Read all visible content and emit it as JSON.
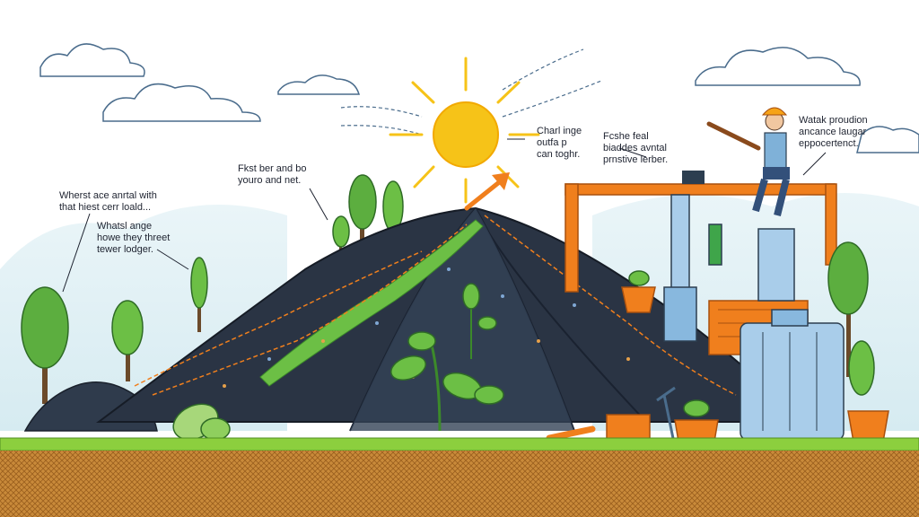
{
  "annotations": [
    {
      "id": "a1",
      "text": "Wherst ace anrtal with\nthat hiest cerr loald..."
    },
    {
      "id": "a2",
      "text": "Whatsl ange\nhowe they threet\ntewer lodger."
    },
    {
      "id": "a3",
      "text": "Fkst ber and bo\nyouro and net."
    },
    {
      "id": "a4",
      "text": "Charl inge\noutfa p\ncan toghr."
    },
    {
      "id": "a5",
      "text": "Fcshe feal\nbiaddes avntal\nprnstive lerber."
    },
    {
      "id": "a6",
      "text": "Watak proudion\nancance laugar\neppocertenct."
    }
  ],
  "colors": {
    "sky": "#dfeff4",
    "mound": "#2a3444",
    "soil": "#c98a3a",
    "grass": "#8ccf3e",
    "leaf": "#6cbf45",
    "sun": "#f6c318",
    "machine": "#f07f1d",
    "tank": "#a9cdea"
  },
  "icons": [
    "sun-icon",
    "cloud-icon",
    "tree-icon",
    "worker-icon",
    "tank-icon",
    "plant-pot-icon",
    "arrow-icon"
  ]
}
